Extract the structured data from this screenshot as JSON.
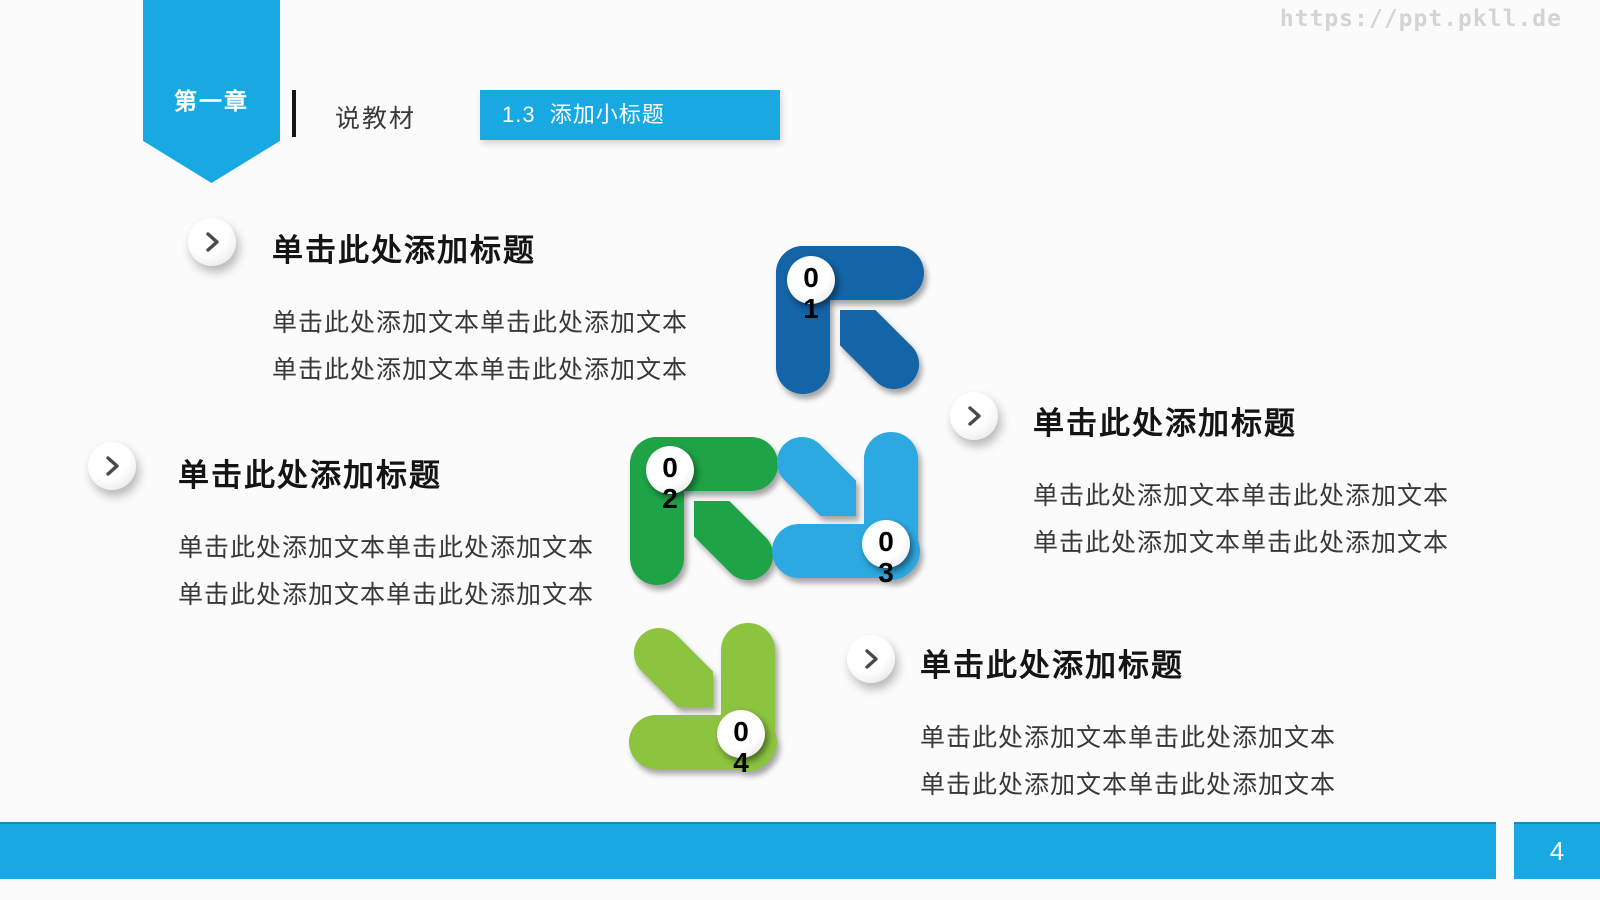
{
  "watermark": "https://ppt.pkll.de",
  "header": {
    "chapter_badge": "第一章",
    "section_label": "说教材",
    "subtitle_tab": "1.3  添加小标题"
  },
  "blocks": [
    {
      "title": "单击此处添加标题",
      "line1": "单击此处添加文本单击此处添加文本",
      "line2": "单击此处添加文本单击此处添加文本"
    },
    {
      "title": "单击此处添加标题",
      "line1": "单击此处添加文本单击此处添加文本",
      "line2": "单击此处添加文本单击此处添加文本"
    },
    {
      "title": "单击此处添加标题",
      "line1": "单击此处添加文本单击此处添加文本",
      "line2": "单击此处添加文本单击此处添加文本"
    },
    {
      "title": "单击此处添加标题",
      "line1": "单击此处添加文本单击此处添加文本",
      "line2": "单击此处添加文本单击此处添加文本"
    }
  ],
  "steps": [
    {
      "number": "01",
      "color": "#1464a8"
    },
    {
      "number": "02",
      "color": "#1ea447"
    },
    {
      "number": "03",
      "color": "#2ca9e1"
    },
    {
      "number": "04",
      "color": "#8cc43f"
    }
  ],
  "footer": {
    "page_number": "4"
  },
  "theme": {
    "accent_blue": "#18a8e2",
    "background": "#fbfbfc"
  }
}
